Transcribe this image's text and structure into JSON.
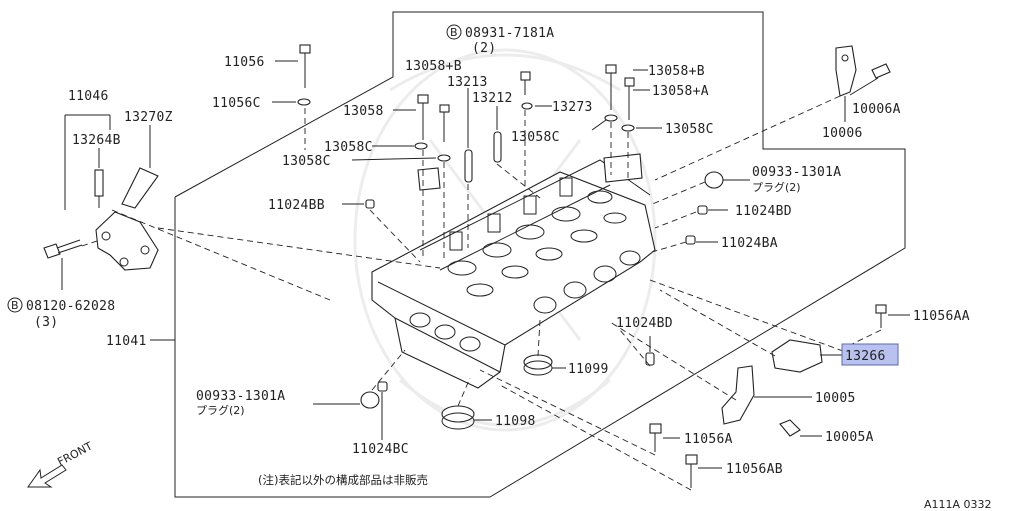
{
  "diagram": {
    "colors": {
      "line": "#222222",
      "highlight_fill": "#b9c2ee",
      "highlight_border": "#5a68b8",
      "background": "#ffffff"
    },
    "labels": {
      "p11056": "11056",
      "p11056c": "11056C",
      "p11046": "11046",
      "p13270z": "13270Z",
      "p13264b": "13264B",
      "b08931": "08931-7181A",
      "b08931_qty": "(2)",
      "p13058b_1": "13058+B",
      "p13213": "13213",
      "p13058b_2": "13058+B",
      "p13058a": "13058+A",
      "p13058": "13058",
      "p13212": "13212",
      "p13273": "13273",
      "p13058c_1": "13058C",
      "p13058c_2": "13058C",
      "p13058c_3": "13058C",
      "p10006": "10006",
      "p10006a": "10006A",
      "p00933_1": "00933-1301A",
      "plug_1": "プラグ(2)",
      "p11024bb": "11024BB",
      "p11024bd_1": "11024BD",
      "p11024ba": "11024BA",
      "b08120": "08120-62028",
      "b08120_qty": "(3)",
      "p11041": "11041",
      "p11024bd_2": "11024BD",
      "p11056aa": "11056AA",
      "p13266": "13266",
      "p11099": "11099",
      "p00933_2": "00933-1301A",
      "plug_2": "プラグ(2)",
      "p10005": "10005",
      "p11098": "11098",
      "p11056a": "11056A",
      "p10005a": "10005A",
      "p11024bc": "11024BC",
      "p11056ab": "11056AB",
      "b_mark": "B",
      "front": "FRONT",
      "note": "(注)表記以外の構成部品は非販売",
      "code": "A111A 0332"
    },
    "highlighted_part": "13266"
  }
}
